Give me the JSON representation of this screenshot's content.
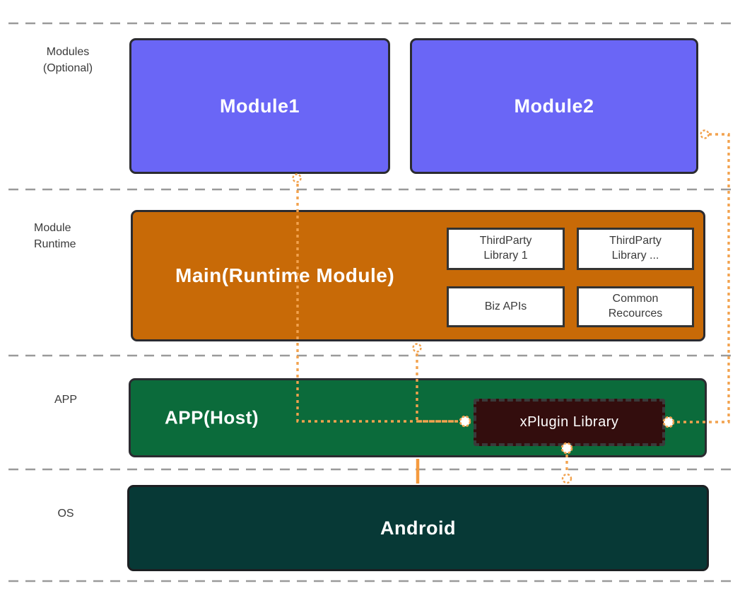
{
  "labels": {
    "modules": {
      "line1": "Modules",
      "line2": "(Optional)"
    },
    "runtime": {
      "line1": "Module",
      "line2": "Runtime"
    },
    "app": {
      "line1": "APP"
    },
    "os": {
      "line1": "OS"
    }
  },
  "boxes": {
    "module1": {
      "label": "Module1"
    },
    "module2": {
      "label": "Module2"
    },
    "main": {
      "label": "Main(Runtime Module)"
    },
    "thirdparty1": {
      "line1": "ThirdParty",
      "line2": "Library 1"
    },
    "thirdparty2": {
      "line1": "ThirdParty",
      "line2": "Library ..."
    },
    "biz_apis": {
      "label": "Biz APIs"
    },
    "common_resources": {
      "line1": "Common",
      "line2": "Recources"
    },
    "app_host": {
      "label": "APP(Host)"
    },
    "xplugin": {
      "label": "xPlugin Library"
    },
    "android": {
      "label": "Android"
    }
  },
  "colors": {
    "module_fill": "#6A66F6",
    "runtime_fill": "#C86A07",
    "app_fill": "#0B6B3B",
    "os_fill": "#073936",
    "plugin_fill": "#330D0D",
    "plugin_border": "#3A3A3A",
    "connector_orange": "#F2A24E",
    "separator_gray": "#9A9A9A",
    "box_border": "#2B2B30",
    "inner_box_border": "#333333",
    "text_light": "#FFFFFF",
    "text_dark": "#3A3A3A"
  }
}
